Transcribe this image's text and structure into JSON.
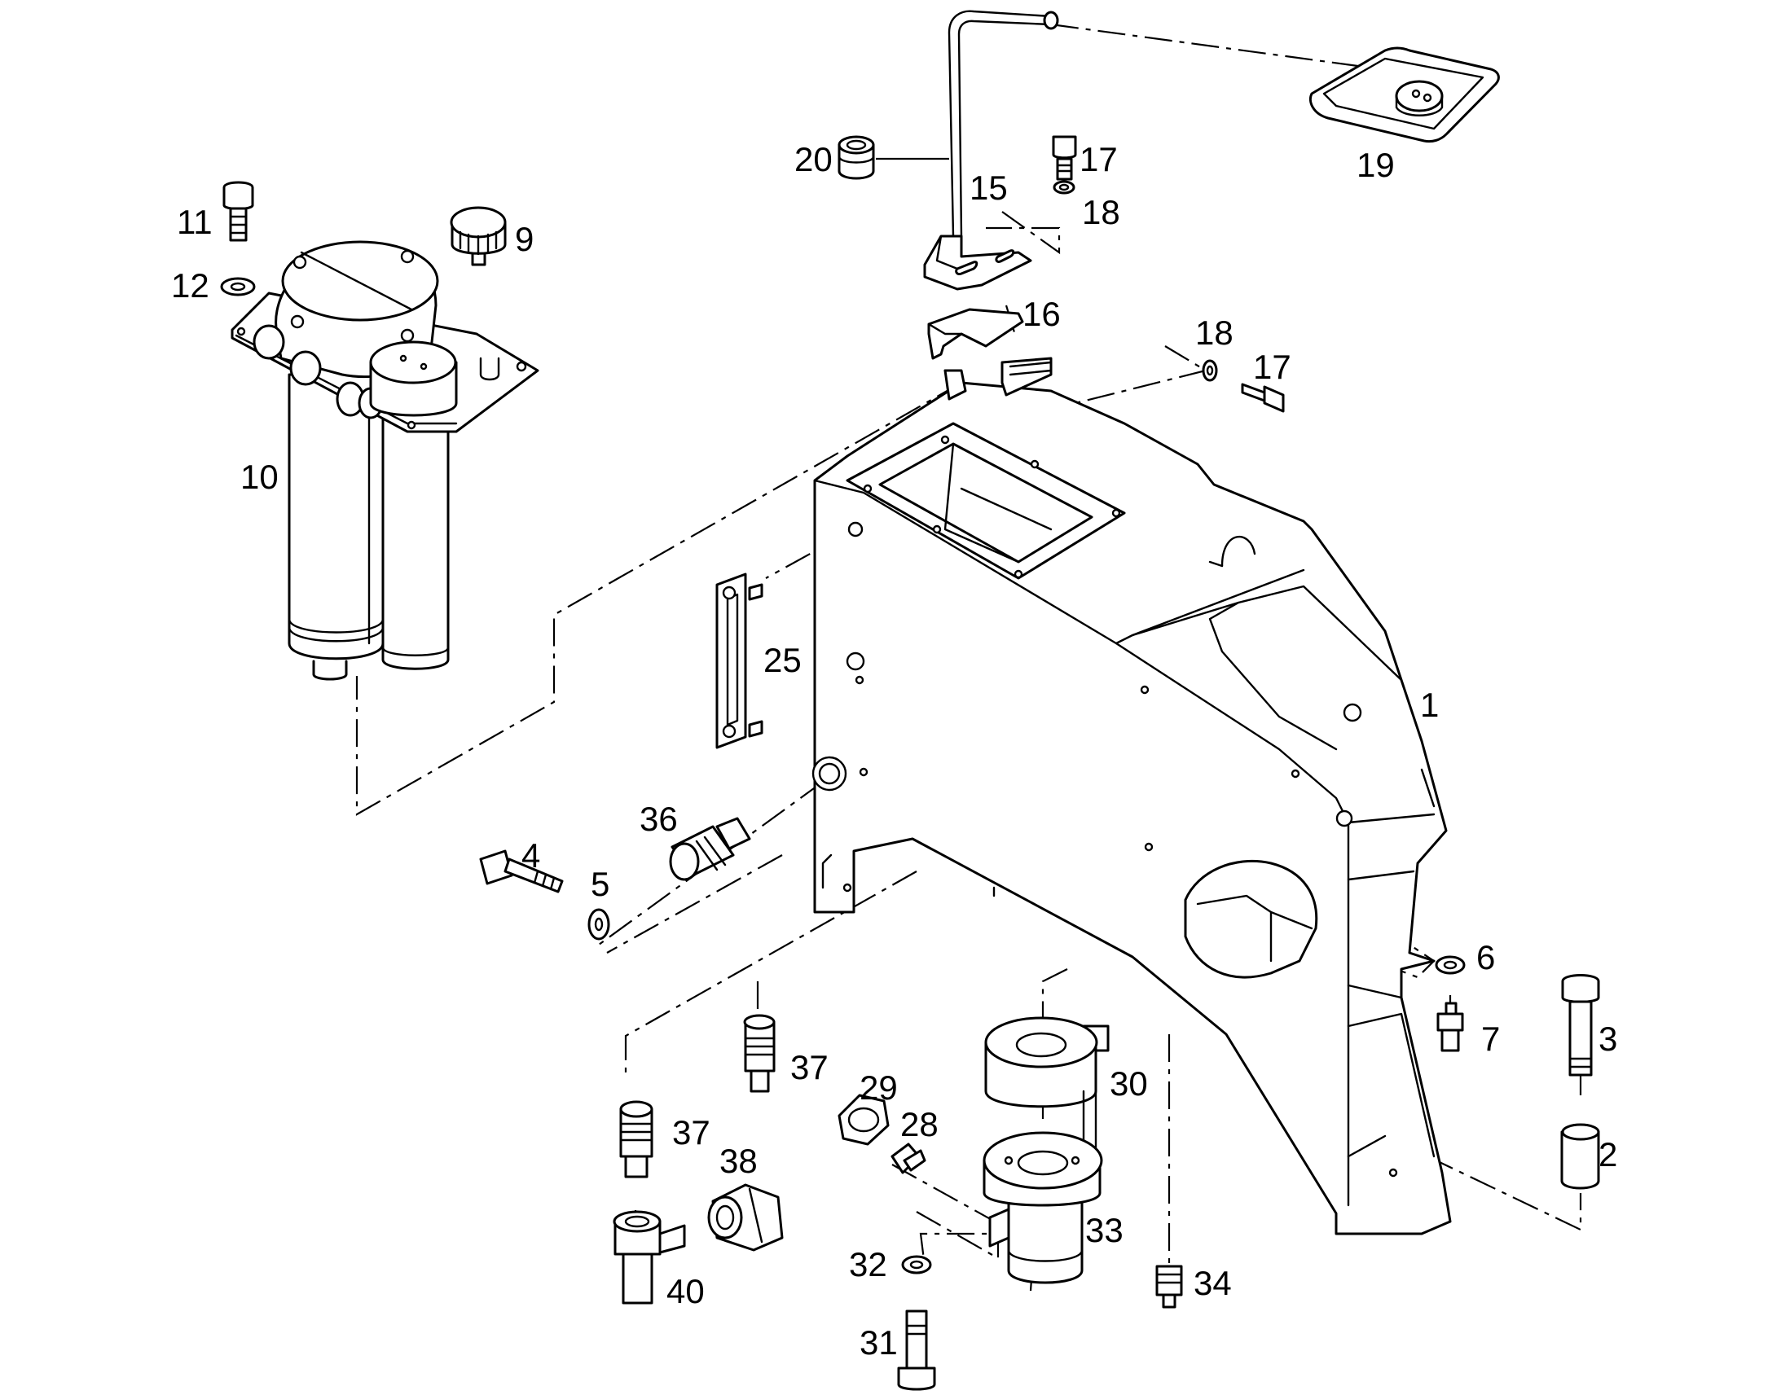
{
  "callouts": [
    {
      "id": "1",
      "label": "1"
    },
    {
      "id": "2",
      "label": "2"
    },
    {
      "id": "3",
      "label": "3"
    },
    {
      "id": "4",
      "label": "4"
    },
    {
      "id": "5",
      "label": "5"
    },
    {
      "id": "6",
      "label": "6"
    },
    {
      "id": "7",
      "label": "7"
    },
    {
      "id": "9",
      "label": "9"
    },
    {
      "id": "10",
      "label": "10"
    },
    {
      "id": "11",
      "label": "11"
    },
    {
      "id": "12",
      "label": "12"
    },
    {
      "id": "15",
      "label": "15"
    },
    {
      "id": "16",
      "label": "16"
    },
    {
      "id": "17a",
      "label": "17"
    },
    {
      "id": "17b",
      "label": "17"
    },
    {
      "id": "18a",
      "label": "18"
    },
    {
      "id": "18b",
      "label": "18"
    },
    {
      "id": "19",
      "label": "19"
    },
    {
      "id": "20",
      "label": "20"
    },
    {
      "id": "25",
      "label": "25"
    },
    {
      "id": "28",
      "label": "28"
    },
    {
      "id": "29",
      "label": "29"
    },
    {
      "id": "30",
      "label": "30"
    },
    {
      "id": "31",
      "label": "31"
    },
    {
      "id": "32",
      "label": "32"
    },
    {
      "id": "33",
      "label": "33"
    },
    {
      "id": "34",
      "label": "34"
    },
    {
      "id": "36",
      "label": "36"
    },
    {
      "id": "37a",
      "label": "37"
    },
    {
      "id": "37b",
      "label": "37"
    },
    {
      "id": "38",
      "label": "38"
    },
    {
      "id": "40",
      "label": "40"
    }
  ],
  "colors": {
    "line": "#000000",
    "background": "#ffffff"
  }
}
